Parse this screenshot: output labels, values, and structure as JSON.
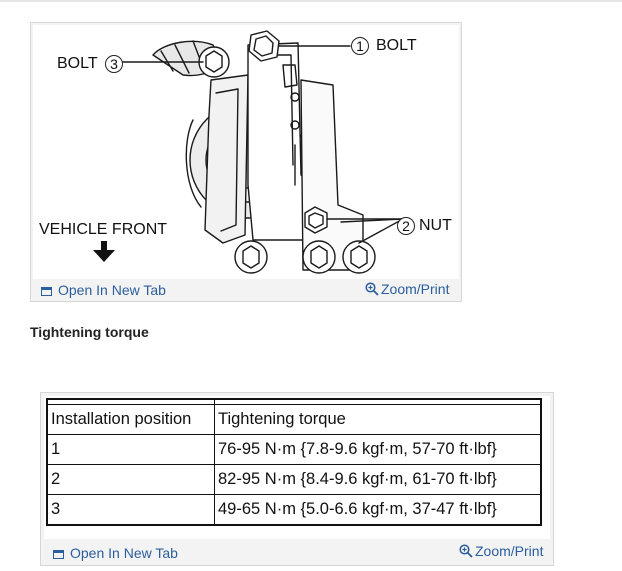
{
  "figure": {
    "labels": {
      "bolt_left": "BOLT",
      "bolt_left_num": "3",
      "bolt_top": "BOLT",
      "bolt_top_num": "1",
      "nut": "NUT",
      "nut_num": "2",
      "vehicle_front": "VEHICLE FRONT"
    },
    "icons": {
      "direction": "arrow-down-icon"
    },
    "toolbar": {
      "open_tab": "Open In New Tab",
      "zoom": "Zoom/Print"
    }
  },
  "section": {
    "title": "Tightening torque"
  },
  "table": {
    "headers": [
      "Installation position",
      "Tightening torque"
    ],
    "rows": [
      [
        "1",
        "76-95 N·m {7.8-9.6 kgf·m, 57-70 ft·lbf}"
      ],
      [
        "2",
        "82-95 N·m {8.4-9.6 kgf·m, 61-70 ft·lbf}"
      ],
      [
        "3",
        "49-65 N·m {5.0-6.6 kgf·m, 37-47 ft·lbf}"
      ]
    ],
    "toolbar": {
      "open_tab": "Open In New Tab",
      "zoom": "Zoom/Print"
    }
  },
  "colors": {
    "link": "#2b5e9c",
    "card_border": "#d6d6d6",
    "card_bg": "#f3f3f3"
  }
}
